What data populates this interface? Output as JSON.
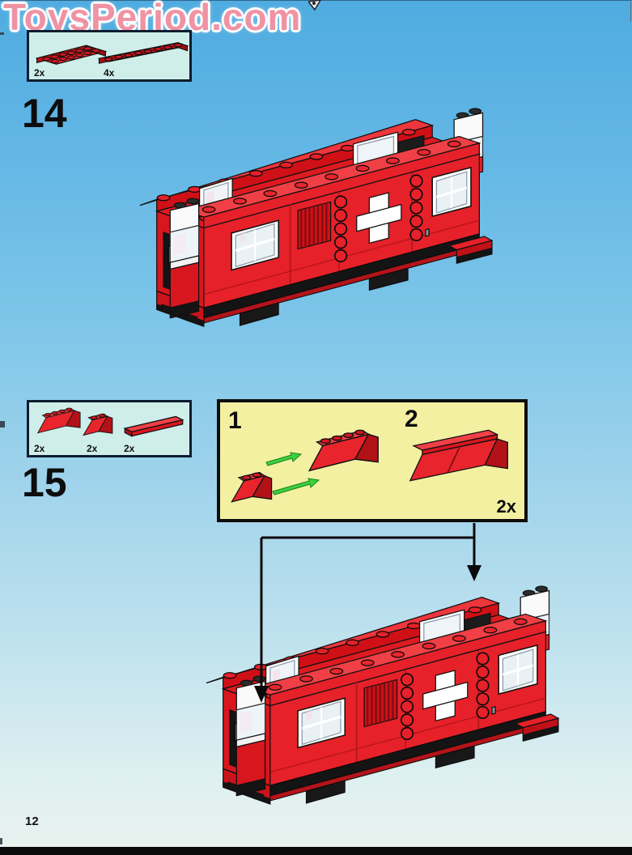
{
  "page": {
    "watermark_text": "ToysPeriod.com",
    "page_number": "12"
  },
  "steps": {
    "step14": {
      "number": "14",
      "parts": [
        {
          "name": "red-plate-2x6",
          "qty": "2x"
        },
        {
          "name": "red-plate-1x8",
          "qty": "4x"
        }
      ]
    },
    "step15": {
      "number": "15",
      "parts": [
        {
          "name": "red-slope-2x4",
          "qty": "2x"
        },
        {
          "name": "red-slope-2x2",
          "qty": "2x"
        },
        {
          "name": "red-tile-1x8",
          "qty": "2x"
        }
      ],
      "callout": {
        "substep1_label": "1",
        "substep2_label": "2",
        "quantity_label": "2x"
      }
    }
  },
  "model": {
    "description": "red railway ambulance wagon with white cross, white light-brick corner posts, black chassis",
    "icons": [
      "down-arrow-icon",
      "green-assembly-arrow-icon"
    ]
  },
  "colors": {
    "lego_red": "#e62129",
    "lego_red_dark": "#b3141a",
    "lego_red_light": "#f04046",
    "outline_black": "#111111",
    "parts_box_bg": "#cfeee9",
    "parts_box_border": "#0e1c2e",
    "callout_bg": "#f3f0a2",
    "arrow_green": "#3ecf3f",
    "watermark_pink": "#ef93a4",
    "bg_top_blue": "#4fabe0",
    "bg_bottom": "#eaf2ef",
    "bottom_bar": "#0b0b0b"
  }
}
